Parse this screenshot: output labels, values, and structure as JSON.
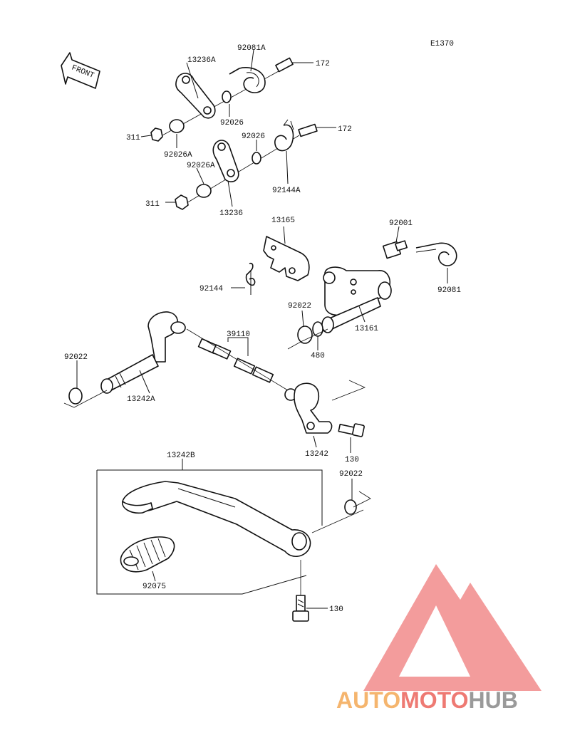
{
  "diagram_code": "E1370",
  "front_label": "FRONT",
  "labels": {
    "p13236A": "13236A",
    "p92081A": "92081A",
    "p172_top": "172",
    "p92026_a": "92026",
    "p92026_b": "92026",
    "p172_mid": "172",
    "p311_top": "311",
    "p92026A_a": "92026A",
    "p92026A_b": "92026A",
    "p92144A": "92144A",
    "p311_bot": "311",
    "p13236": "13236",
    "p13165": "13165",
    "p92001": "92001",
    "p92081": "92081",
    "p92144": "92144",
    "p92022_mid": "92022",
    "p13161": "13161",
    "p480": "480",
    "p39110": "39110",
    "p92022_left": "92022",
    "p13242A": "13242A",
    "p13242": "13242",
    "p130_mid": "130",
    "p13242B": "13242B",
    "p92022_right": "92022",
    "p92075": "92075",
    "p130_bot": "130"
  },
  "watermark": {
    "part1": "AUTO",
    "part2": "MOTO",
    "part3": "HUB",
    "color_orange": "#f5b56e",
    "color_red": "#ee7a73",
    "color_gray": "#9a9a9a"
  }
}
